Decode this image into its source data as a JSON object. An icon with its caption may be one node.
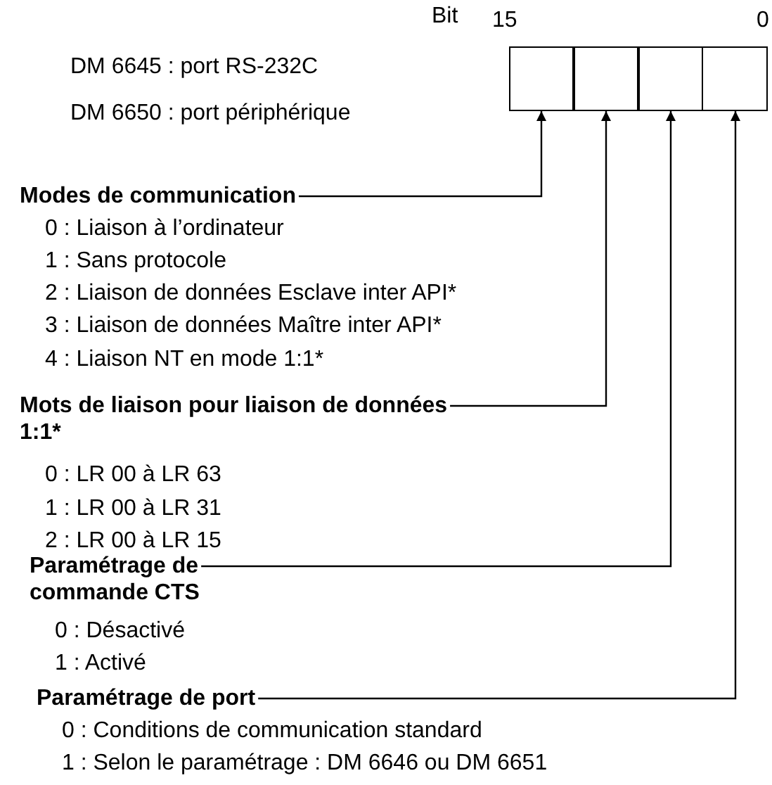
{
  "diagram": {
    "nodes": [
      {
        "text": [],
        "shape": "box"
      },
      {
        "text": [],
        "shape": "box"
      },
      {
        "text": [],
        "shape": "box"
      },
      {
        "text": [],
        "shape": "box"
      },
      {
        "text": [
          "Modes de communication"
        ],
        "beside": [
          "0 : Liaison à l’ordinateur",
          "1 : Sans protocole",
          "2 : Liaison de données Esclave inter API*",
          "3 : Liaison de données Maître inter API*",
          "4 : Liaison NT en mode 1:1*"
        ]
      },
      {
        "text": [
          "Mots de liaison pour liaison de données 1:1*"
        ],
        "beside": [
          "0 : LR 00 à LR 63",
          "1 : LR 00 à LR 31",
          "2 : LR 00 à LR 15"
        ]
      },
      {
        "text": [
          "Paramétrage de commande CTS"
        ],
        "beside": [
          "0 : Désactivé",
          "1 : Activé"
        ]
      },
      {
        "text": [
          "Paramétrage de port"
        ],
        "beside": [
          "0 : Conditions de communication standard",
          "1 : Selon le paramétrage : DM 6646 ou DM 6651"
        ]
      }
    ],
    "edges": [
      {
        "from": 4,
        "to": 0,
        "arrow": "to"
      },
      {
        "from": 5,
        "to": 1,
        "arrow": "to"
      },
      {
        "from": 6,
        "to": 2,
        "arrow": "to"
      },
      {
        "from": 7,
        "to": 3,
        "arrow": "to"
      }
    ],
    "labels": [
      "Bit",
      "15",
      "0",
      "DM 6645 : port RS-232C",
      "DM 6650 : port périphérique"
    ]
  }
}
